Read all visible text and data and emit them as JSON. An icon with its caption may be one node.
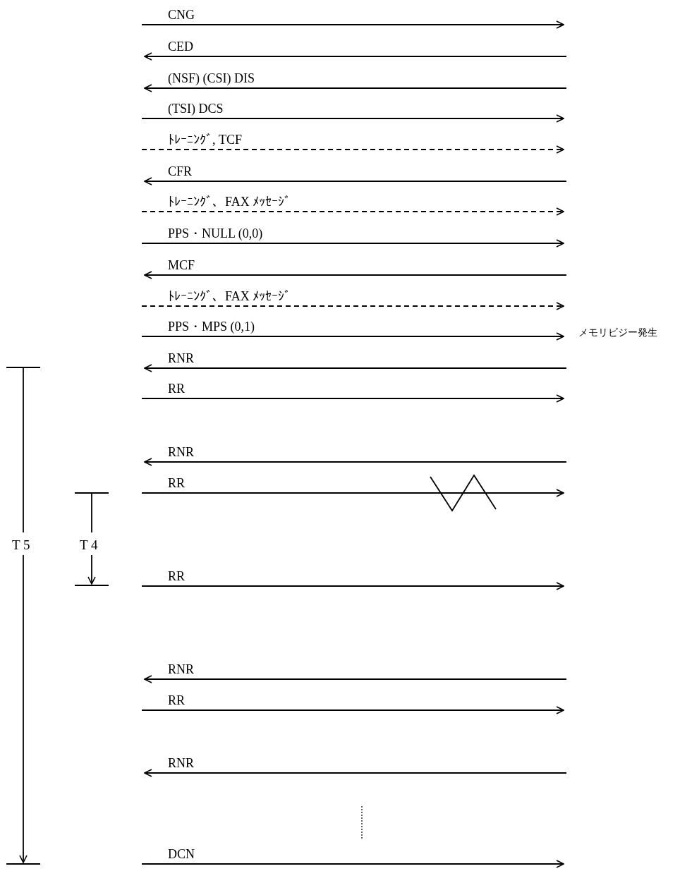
{
  "diagram": {
    "labels": [
      "CNG",
      "CED",
      "(NSF) (CSI) DIS",
      "(TSI) DCS",
      "ﾄﾚｰﾆﾝｸﾞ, TCF",
      "CFR",
      "ﾄﾚｰﾆﾝｸﾞ、FAX ﾒｯｾｰｼﾞ",
      "PPS・NULL (0,0)",
      "MCF",
      "ﾄﾚｰﾆﾝｸﾞ、FAX ﾒｯｾｰｼﾞ",
      "PPS・MPS (0,1)",
      "メモリビジー発生",
      "RNR",
      "RR",
      "RNR",
      "RR",
      "T 5",
      "T 4",
      "RR",
      "RNR",
      "RR",
      "RNR",
      "DCN"
    ]
  }
}
